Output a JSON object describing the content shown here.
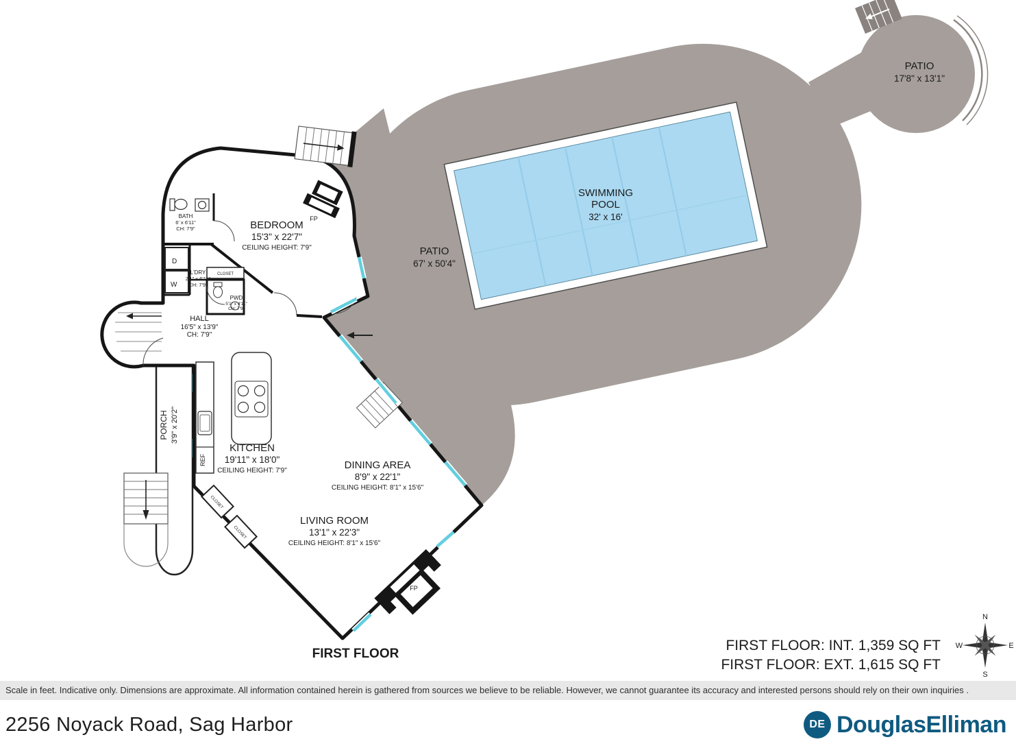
{
  "plan": {
    "patio_upper": {
      "name": "PATIO",
      "dims": "17'8\" x 13'1\""
    },
    "pool": {
      "line1": "SWIMMING",
      "line2": "POOL",
      "dims": "32' x 16'"
    },
    "patio_main": {
      "name": "PATIO",
      "dims": "67' x 50'4\""
    },
    "bedroom": {
      "name": "BEDROOM",
      "dims": "15'3\" x 22'7\"",
      "ceiling": "CEILING HEIGHT: 7'9\""
    },
    "bath": {
      "name": "BATH",
      "dims": "6' x 6'11\"",
      "ceiling": "CH: 7'9\""
    },
    "laundry": {
      "name": "L'DRY",
      "dims": "2'1\" x 6'11\"",
      "ceiling": "CH: 7'9\"",
      "dryer": "D",
      "washer": "W"
    },
    "powder": {
      "name": "PWD",
      "dims": "5'1\" x 4'11\"",
      "ceiling": "CH: 7'9\""
    },
    "hall": {
      "name": "HALL",
      "dims": "16'5\" x 13'9\"",
      "ceiling": "CH: 7'9\""
    },
    "kitchen": {
      "name": "KITCHEN",
      "dims": "19'11\" x 18'0\"",
      "ceiling": "CEILING HEIGHT: 7'9\"",
      "ref": "REF"
    },
    "dining": {
      "name": "DINING AREA",
      "dims": "8'9\" x 22'1\"",
      "ceiling": "CEILING HEIGHT: 8'1\" x 15'6\""
    },
    "living": {
      "name": "LIVING ROOM",
      "dims": "13'1\" x 22'3\"",
      "ceiling": "CEILING HEIGHT: 8'1\" x 15'6\""
    },
    "porch": {
      "name": "PORCH",
      "dims": "3'9\" x 20'2\""
    },
    "fireplace": "FP",
    "closet": "CLOSET",
    "floor_label": "FIRST FLOOR",
    "stats": {
      "interior": "FIRST FLOOR: INT. 1,359 SQ FT",
      "exterior": "FIRST FLOOR: EXT. 1,615 SQ FT"
    },
    "compass": {
      "n": "N",
      "e": "E",
      "s": "S",
      "w": "W"
    }
  },
  "footer": {
    "disclaimer": "Scale in feet. Indicative only. Dimensions are approximate. All information contained herein is gathered from sources we believe to be reliable. However, we cannot guarantee its accuracy and interested persons should rely on their own inquiries .",
    "address": "2256 Noyack Road, Sag Harbor",
    "brand": {
      "monogram": "DE",
      "name": "DouglasElliman"
    }
  },
  "colors": {
    "patio": "#a59e9a",
    "pool": "#abd9f1",
    "window": "#62cfdf",
    "wall": "#161616",
    "brand_blue": "#0f5a80"
  }
}
